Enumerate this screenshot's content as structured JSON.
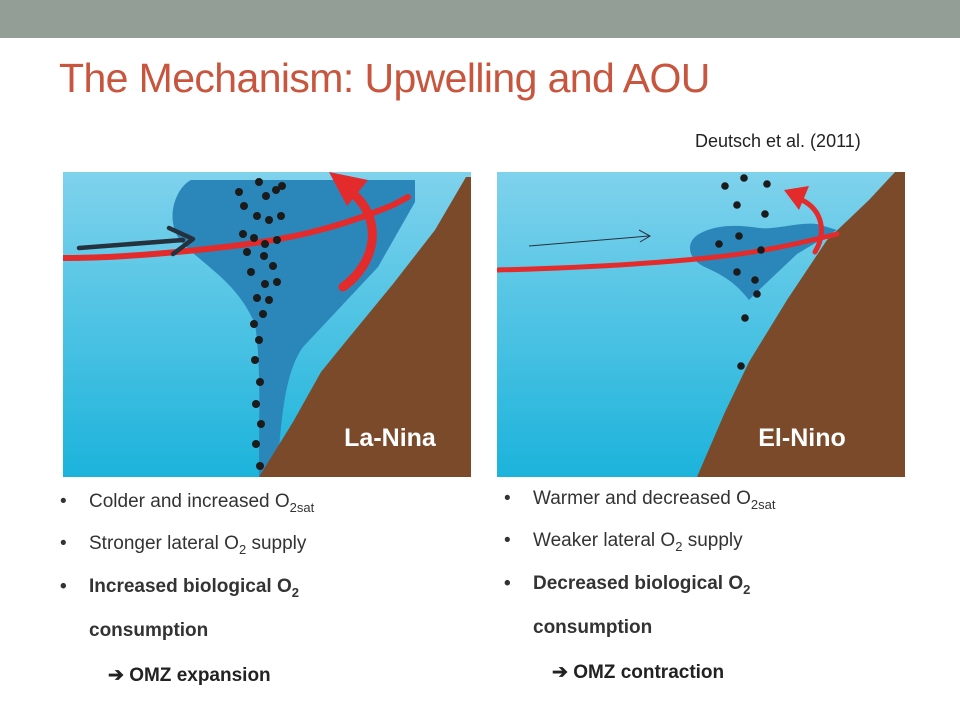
{
  "colors": {
    "top_bar": "#929e96",
    "title": "#c8553d",
    "ocean_top": "#7fd2ec",
    "ocean_bottom": "#1cb3db",
    "omz": "#2b86ba",
    "land": "#7b4a2a",
    "flow_line": "#e32b2b",
    "arrow": "#25313d",
    "particle": "#1b1b1b",
    "label_text": "#ffffff"
  },
  "title": "The Mechanism: Upwelling and AOU",
  "citation": "Deutsch et al. (2011)",
  "panels": {
    "left": {
      "label": "La-Nina",
      "bullets": [
        {
          "text": "Colder and increased O",
          "sub": "2sat",
          "tail": ""
        },
        {
          "text": "Stronger lateral O",
          "sub": "2",
          "tail": " supply"
        },
        {
          "text": "Increased biological O",
          "sub": "2",
          "tail": "",
          "line2": "consumption"
        }
      ],
      "result": "OMZ expansion"
    },
    "right": {
      "label": "El-Nino",
      "bullets": [
        {
          "text": "Warmer and decreased O",
          "sub": "2sat",
          "tail": ""
        },
        {
          "text": "Weaker lateral O",
          "sub": "2",
          "tail": " supply"
        },
        {
          "text": "Decreased biological O",
          "sub": "2",
          "tail": "",
          "line2": "consumption"
        }
      ],
      "result": "OMZ contraction"
    }
  },
  "icons": {
    "result_arrow": "right-arrow-icon"
  }
}
